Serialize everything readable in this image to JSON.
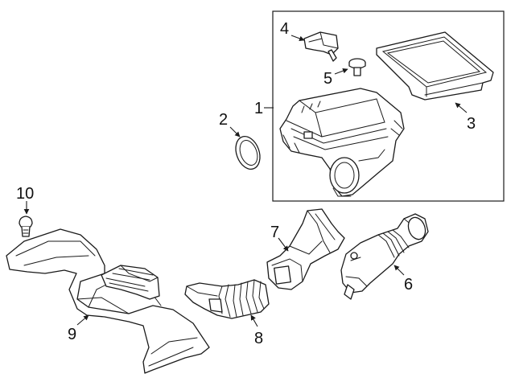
{
  "callouts": {
    "c1": "1",
    "c2": "2",
    "c3": "3",
    "c4": "4",
    "c5": "5",
    "c6": "6",
    "c7": "7",
    "c8": "8",
    "c9": "9",
    "c10": "10"
  },
  "colors": {
    "line": "#1a1a1a",
    "background": "#ffffff"
  }
}
